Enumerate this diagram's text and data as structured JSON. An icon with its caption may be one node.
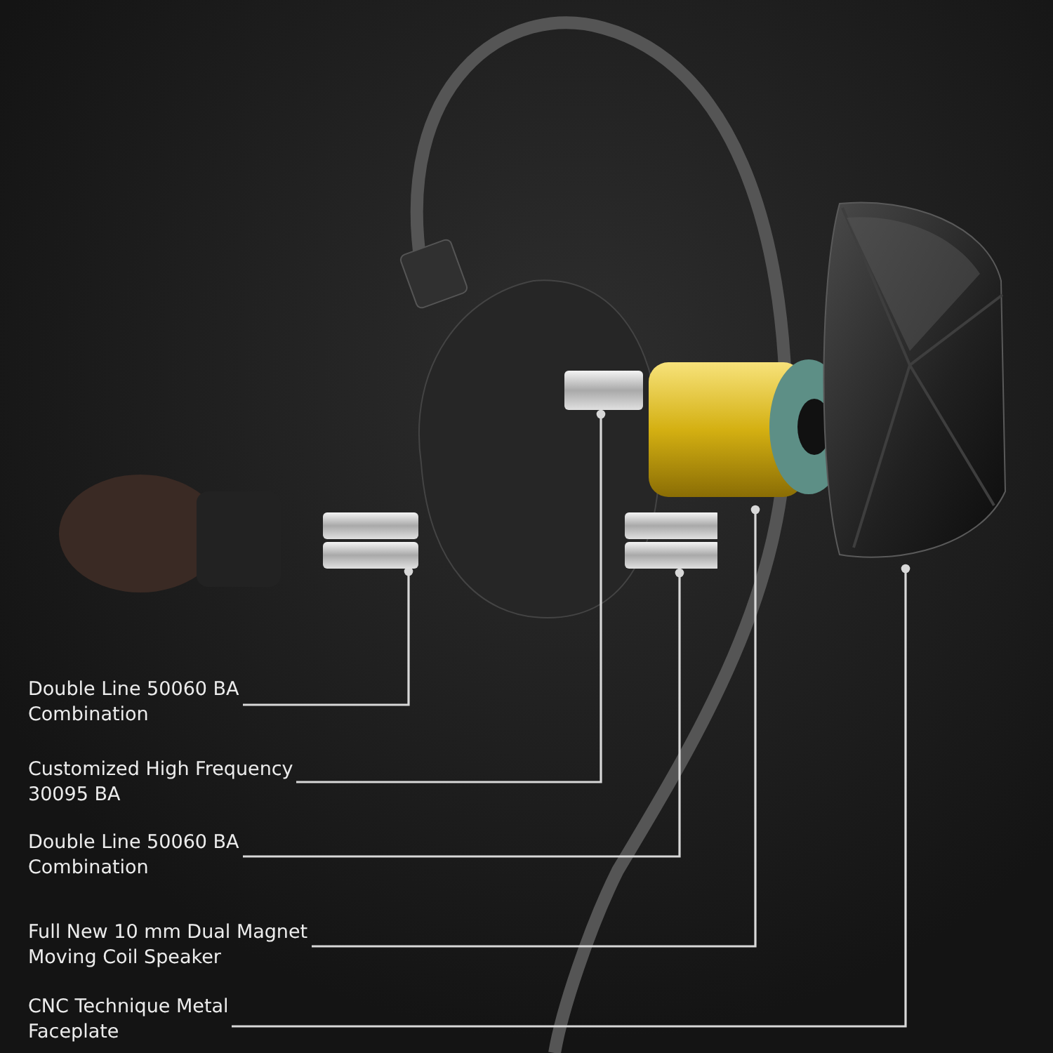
{
  "diagram": {
    "nodes": [
      {
        "text": [
          "Double Line 50060 BA Combination"
        ]
      },
      {
        "text": [
          "Customized High Frequency 30095 BA"
        ]
      },
      {
        "text": [
          "Double Line 50060 BA Combination"
        ]
      },
      {
        "text": [
          "Full New 10 mm Dual Magnet Moving Coil Speaker"
        ]
      },
      {
        "text": [
          "CNC Technique Metal Faceplate"
        ]
      },
      {
        "text": [],
        "shape": "box"
      },
      {
        "text": [],
        "shape": "box"
      },
      {
        "text": [],
        "shape": "box"
      },
      {
        "text": [],
        "shape": "cylinder"
      },
      {
        "text": [],
        "shape": "picture"
      }
    ],
    "edges": [
      {
        "from": 0,
        "to": 5,
        "arrow": "other"
      },
      {
        "from": 1,
        "to": 6,
        "arrow": "other"
      },
      {
        "from": 2,
        "to": 7,
        "arrow": "other"
      },
      {
        "from": 3,
        "to": 8,
        "arrow": "other"
      },
      {
        "from": 4,
        "to": 9,
        "arrow": "other"
      }
    ]
  }
}
